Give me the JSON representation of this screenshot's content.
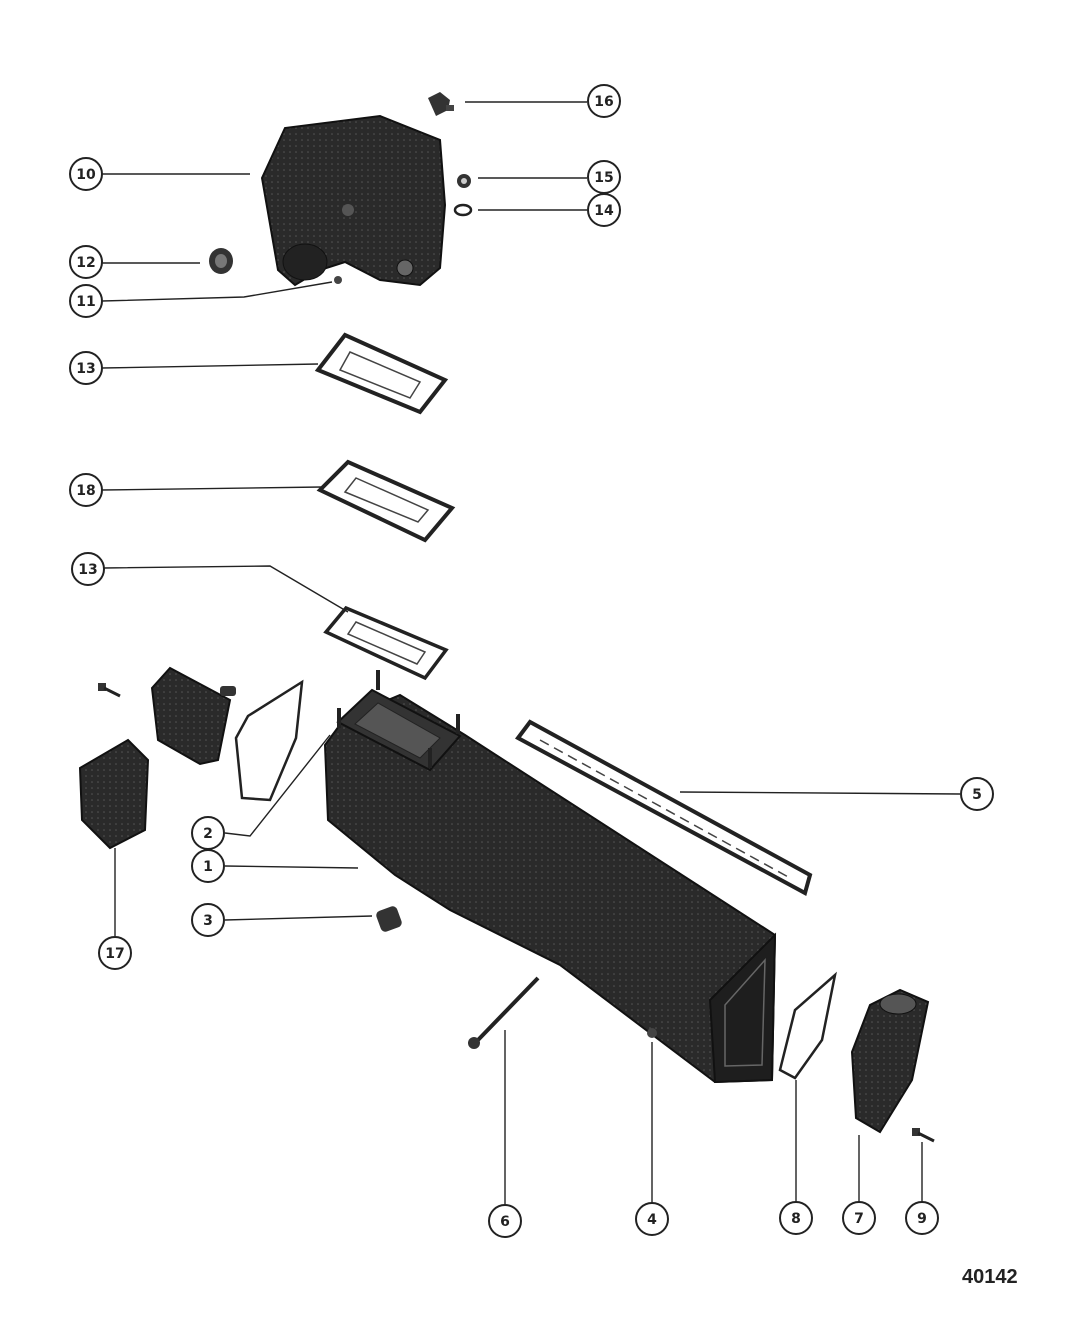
{
  "diagram": {
    "figure_number": "40142",
    "callouts": [
      {
        "id": "c16",
        "label": "16"
      },
      {
        "id": "c10",
        "label": "10"
      },
      {
        "id": "c15",
        "label": "15"
      },
      {
        "id": "c14",
        "label": "14"
      },
      {
        "id": "c12",
        "label": "12"
      },
      {
        "id": "c11",
        "label": "11"
      },
      {
        "id": "c13a",
        "label": "13"
      },
      {
        "id": "c18",
        "label": "18"
      },
      {
        "id": "c13b",
        "label": "13"
      },
      {
        "id": "c5",
        "label": "5"
      },
      {
        "id": "c2",
        "label": "2"
      },
      {
        "id": "c1",
        "label": "1"
      },
      {
        "id": "c3",
        "label": "3"
      },
      {
        "id": "c17",
        "label": "17"
      },
      {
        "id": "c6",
        "label": "6"
      },
      {
        "id": "c4",
        "label": "4"
      },
      {
        "id": "c8",
        "label": "8"
      },
      {
        "id": "c7",
        "label": "7"
      },
      {
        "id": "c9",
        "label": "9"
      }
    ]
  }
}
